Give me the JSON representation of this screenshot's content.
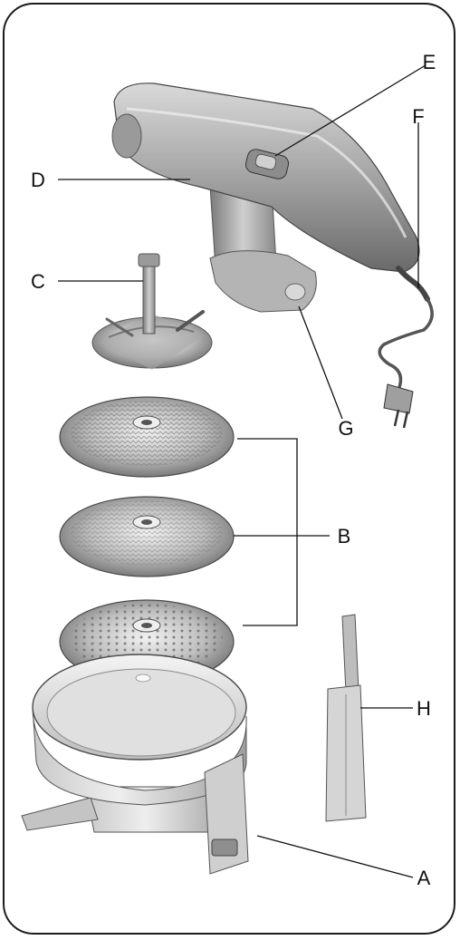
{
  "labels": {
    "a": "A",
    "b": "B",
    "c": "C",
    "d": "D",
    "e": "E",
    "f": "F",
    "g": "G",
    "h": "H"
  },
  "colors": {
    "outline": "#1a1a1a",
    "metal_light": "#e6e6e6",
    "metal_mid": "#b8b8b8",
    "metal_dark": "#6e6e6e",
    "plastic_light": "#f0f0f0",
    "plastic_shadow": "#a8a8a8"
  }
}
